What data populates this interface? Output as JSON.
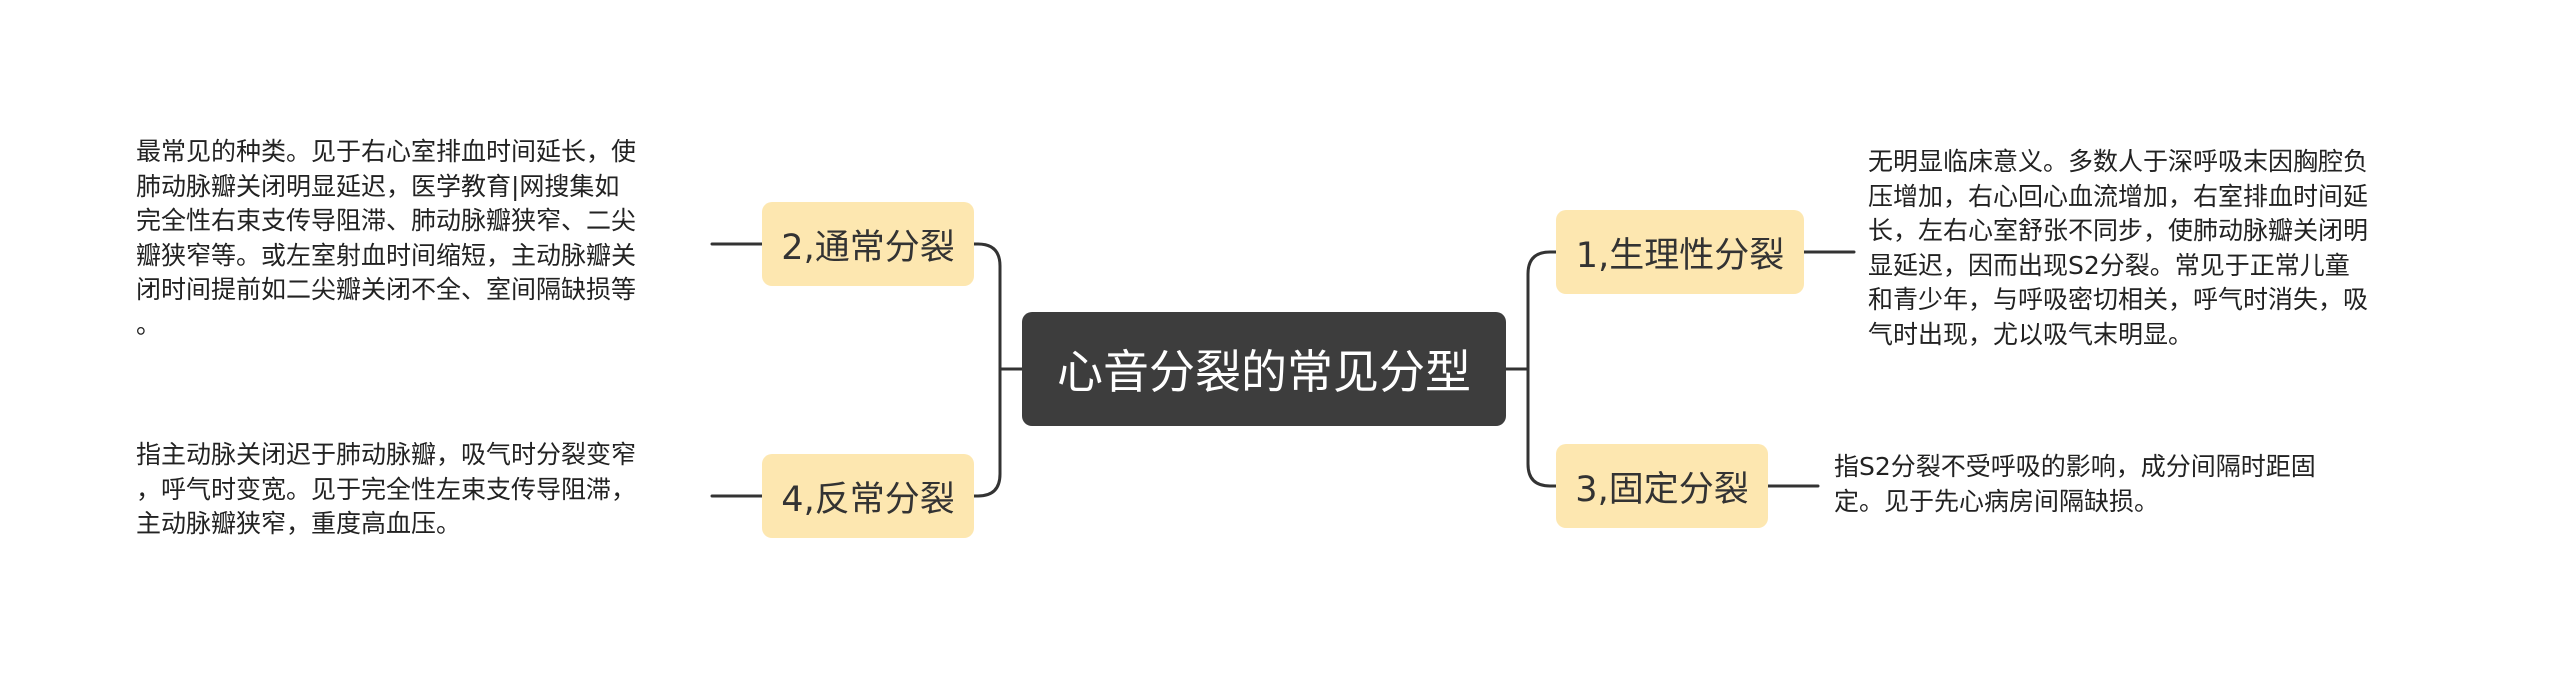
{
  "root": {
    "label": "心音分裂的常见分型"
  },
  "branches": {
    "left": [
      {
        "label": "2,通常分裂",
        "detail": "最常见的种类。见于右心室排血时间延长，使\n肺动脉瓣关闭明显延迟，医学教育|网搜集如\n完全性右束支传导阻滞、肺动脉瓣狭窄、二尖\n瓣狭窄等。或左室射血时间缩短，主动脉瓣关\n闭时间提前如二尖瓣关闭不全、室间隔缺损等\n。"
      },
      {
        "label": "4,反常分裂",
        "detail": "指主动脉关闭迟于肺动脉瓣，吸气时分裂变窄\n，呼气时变宽。见于完全性左束支传导阻滞，\n主动脉瓣狭窄，重度高血压。"
      }
    ],
    "right": [
      {
        "label": "1,生理性分裂",
        "detail": "无明显临床意义。多数人于深呼吸末因胸腔负\n压增加，右心回心血流增加，右室排血时间延\n长，左右心室舒张不同步，使肺动脉瓣关闭明\n显延迟，因而出现S2分裂。常见于正常儿童\n和青少年，与呼吸密切相关，呼气时消失，吸\n气时出现，尤以吸气末明显。"
      },
      {
        "label": "3,固定分裂",
        "detail": "指S2分裂不受呼吸的影响，成分间隔时距固\n定。见于先心病房间隔缺损。"
      }
    ]
  },
  "colors": {
    "root_fill": "#3d3d3d",
    "root_text": "#ffffff",
    "branch_fill": "#fde7b0",
    "connector": "#333333",
    "text": "#222222"
  }
}
